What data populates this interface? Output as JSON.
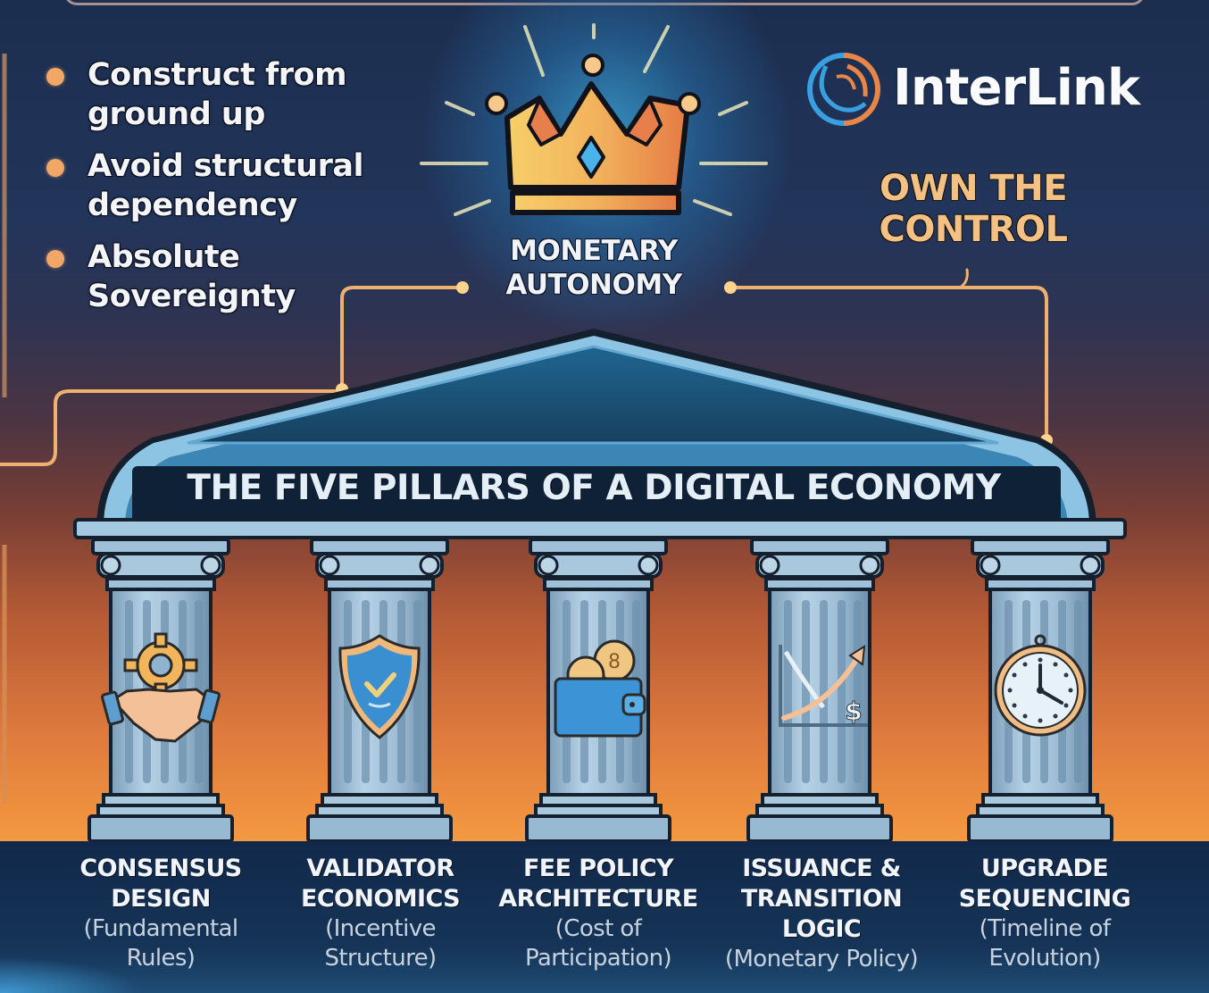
{
  "bullets": [
    {
      "text": "Construct from\nground up"
    },
    {
      "text": "Avoid structural\ndependency"
    },
    {
      "text": "Absolute\nSovereignty"
    }
  ],
  "crown": {
    "label": "MONETARY\nAUTONOMY",
    "icon": "crown-icon"
  },
  "brand": {
    "name": "InterLink",
    "logo_icon": "interlink-swirl-logo",
    "colors": {
      "blue": "#3a9fe0",
      "orange": "#e8864a"
    }
  },
  "callout": {
    "label": "OWN THE\nCONTROL",
    "color": "#f3c184"
  },
  "temple": {
    "title": "THE FIVE PILLARS OF A DIGITAL ECONOMY"
  },
  "pillars": [
    {
      "title": "CONSENSUS\nDESIGN",
      "subtitle": "(Fundamental\nRules)",
      "icon": "gear-handshake-icon"
    },
    {
      "title": "VALIDATOR\nECONOMICS",
      "subtitle": "(Incentive\nStructure)",
      "icon": "shield-check-icon"
    },
    {
      "title": "FEE POLICY\nARCHITECTURE",
      "subtitle": "(Cost of\nParticipation)",
      "icon": "wallet-coins-icon"
    },
    {
      "title": "ISSUANCE &\nTRANSITION\nLOGIC",
      "subtitle": "(Monetary Policy)",
      "icon": "chart-dollar-icon"
    },
    {
      "title": "UPGRADE\nSEQUENCING",
      "subtitle": "(Timeline of\nEvolution)",
      "icon": "clock-icon"
    }
  ],
  "colors": {
    "accent_orange": "#f2a766",
    "connector": "#f0b070",
    "pillar_stone": "#8fb4cf",
    "background_top": "#1c2e4f",
    "background_bottom": "#f6a548"
  }
}
